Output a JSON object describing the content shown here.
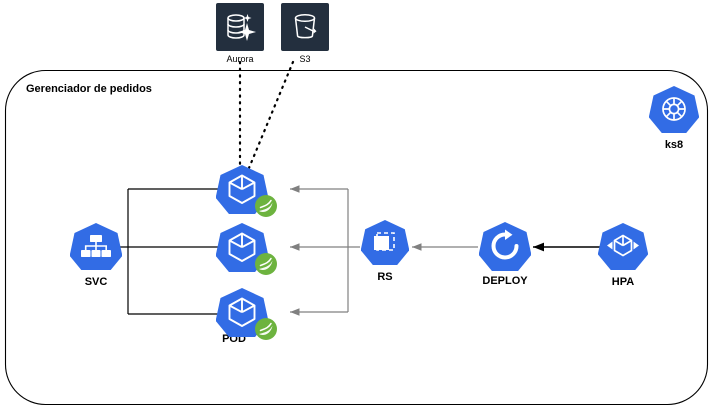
{
  "diagram": {
    "title": "Gerenciador de pedidos",
    "type": "kubernetes-architecture",
    "colors": {
      "k8s_blue": "#326CE5",
      "aws_dark": "#232F3E",
      "spring_green": "#6DB33F",
      "arrow_black": "#000000",
      "arrow_gray": "#808080",
      "border": "#000000",
      "background": "#FFFFFF"
    }
  },
  "external": [
    {
      "label": "Aurora",
      "icon": "aurora-database-icon"
    },
    {
      "label": "S3",
      "icon": "s3-bucket-icon"
    }
  ],
  "cluster": {
    "badge": {
      "label": "ks8",
      "icon": "kubernetes-helm-icon"
    },
    "nodes": [
      {
        "label": "SVC",
        "icon": "service-hierarchy-icon"
      },
      {
        "label": "POD",
        "icon": "pod-box-icon",
        "runtime": "spring-boot-icon"
      },
      {
        "label": "RS",
        "icon": "replicaset-icon"
      },
      {
        "label": "DEPLOY",
        "icon": "deployment-rotate-icon"
      },
      {
        "label": "HPA",
        "icon": "hpa-scale-icon"
      }
    ],
    "pods": [
      {
        "label": "",
        "icon": "pod-box-icon",
        "runtime": "spring-boot-icon"
      },
      {
        "label": "",
        "icon": "pod-box-icon",
        "runtime": "spring-boot-icon"
      },
      {
        "label": "POD",
        "icon": "pod-box-icon",
        "runtime": "spring-boot-icon"
      }
    ]
  },
  "connections": [
    {
      "from": "SVC",
      "to": "pods",
      "style": "solid",
      "color": "#000000"
    },
    {
      "from": "RS",
      "to": "pods",
      "style": "solid",
      "color": "#808080"
    },
    {
      "from": "DEPLOY",
      "to": "RS",
      "style": "solid",
      "color": "#808080"
    },
    {
      "from": "HPA",
      "to": "DEPLOY",
      "style": "solid",
      "color": "#000000"
    },
    {
      "from": "Aurora",
      "to": "pod-1",
      "style": "dotted",
      "color": "#000000"
    },
    {
      "from": "S3",
      "to": "pod-1",
      "style": "dotted",
      "color": "#000000"
    }
  ]
}
